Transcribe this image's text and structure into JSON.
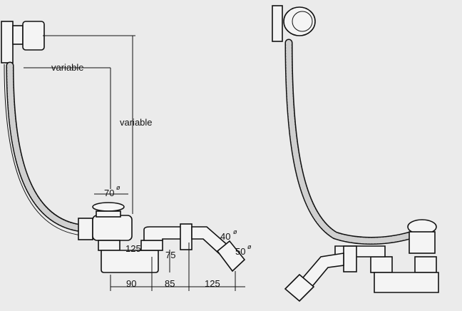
{
  "diagram": {
    "left_view": {
      "dimensions": {
        "horizontal_variable": "variable",
        "vertical_variable": "variable",
        "drain_diameter": "70",
        "trap_height": "125",
        "outlet_height": "75",
        "width_1": "90",
        "width_2": "85",
        "width_3": "125",
        "outlet_diameter_small": "40",
        "outlet_diameter_large": "50",
        "diameter_symbol": "ø"
      }
    }
  }
}
